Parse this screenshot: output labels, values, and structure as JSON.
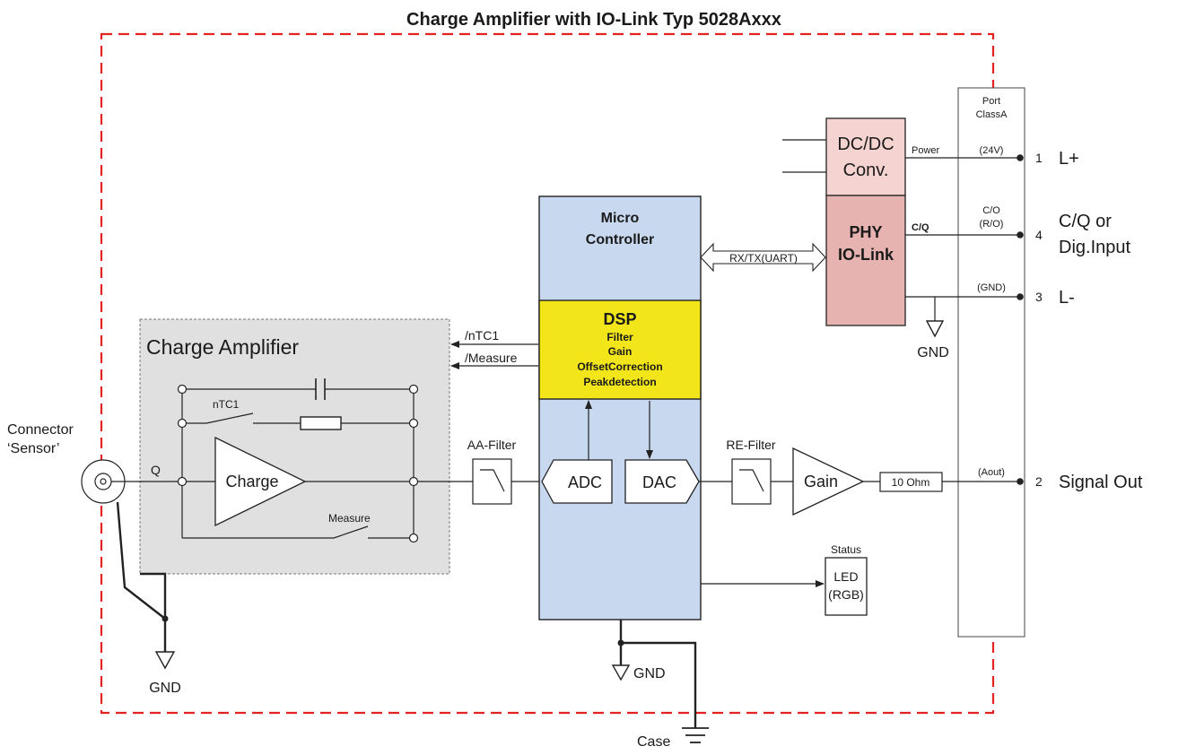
{
  "title": "Charge Amplifier with IO-Link Typ 5028Axxx",
  "connector": {
    "line1": "Connector",
    "line2": "‘Sensor’"
  },
  "gnd_label": "GND",
  "case_label": "Case",
  "charge_amp": {
    "title": "Charge Amplifier",
    "ntc1": "nTC1",
    "q": "Q",
    "amp_label": "Charge",
    "measure": "Measure"
  },
  "signals": {
    "ntc1_in": "/nTC1",
    "measure_in": "/Measure"
  },
  "aa_filter": "AA-Filter",
  "re_filter": "RE-Filter",
  "mcu": {
    "line1": "Micro",
    "line2": "Controller"
  },
  "dsp": {
    "title": "DSP",
    "items": [
      "Filter",
      "Gain",
      "OffsetCorrection",
      "Peakdetection"
    ]
  },
  "adc": "ADC",
  "dac": "DAC",
  "gain": "Gain",
  "resistor": "10 Ohm",
  "uart": "RX/TX(UART)",
  "dcdc": {
    "line1": "DC/DC",
    "line2": "Conv."
  },
  "phy": {
    "line1": "PHY",
    "line2": "IO-Link"
  },
  "status": {
    "title": "Status",
    "line1": "LED",
    "line2": "(RGB)"
  },
  "port": {
    "title_line1": "Port",
    "title_line2": "ClassA",
    "power": "Power",
    "v24": "(24V)",
    "cq": "C/Q",
    "co": "C/O",
    "ro": "(R/O)",
    "gnd": "(GND)",
    "aout": "(Aout)"
  },
  "pins": [
    {
      "num": "1",
      "label": "L+"
    },
    {
      "num": "4",
      "label": "C/Q or",
      "label2": "Dig.Input"
    },
    {
      "num": "3",
      "label": "L-"
    },
    {
      "num": "2",
      "label": "Signal Out"
    }
  ],
  "colors": {
    "frame_red": "#e32222",
    "mcu_blue": "#c8d8ee",
    "dsp_yellow": "#f2e51a",
    "dcdc_pink": "#f5d3d0",
    "phy_pink": "#e6b3b0",
    "charge_amp_gray": "#e0e0e0"
  }
}
